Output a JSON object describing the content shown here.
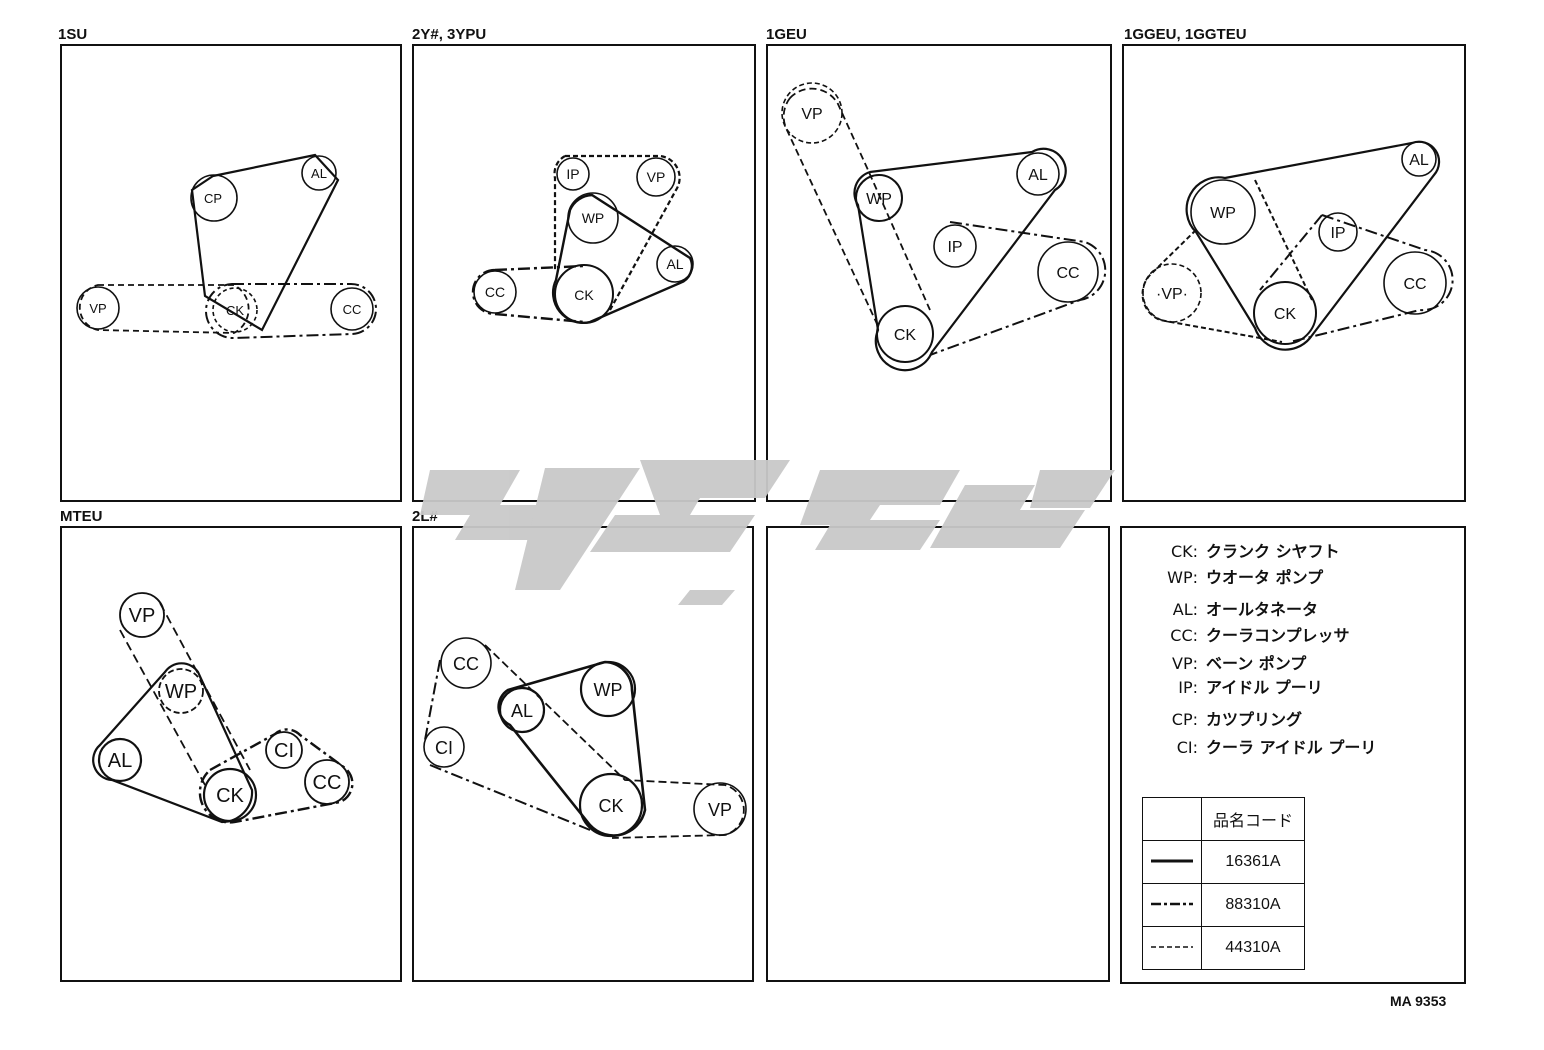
{
  "panels": [
    {
      "title": "1SU"
    },
    {
      "title": "2Y#, 3YPU"
    },
    {
      "title": "1GEU"
    },
    {
      "title": "1GGEU, 1GGTEU"
    },
    {
      "title": "MTEU"
    },
    {
      "title": "2L#"
    },
    {
      "title": ""
    }
  ],
  "pulleys": {
    "ck": "CK",
    "cp": "CP",
    "al": "AL",
    "vp": "VP",
    "cc": "CC",
    "ip": "IP",
    "wp": "WP",
    "ci": "CI",
    "vp_alt": "·VP·"
  },
  "legend": {
    "items": [
      {
        "code": "CK:",
        "name": "クランク シヤフト"
      },
      {
        "code": "WP:",
        "name": "ウオータ ポンプ"
      },
      {
        "code": "AL:",
        "name": "オールタネータ"
      },
      {
        "code": "CC:",
        "name": "クーラコンプレッサ"
      },
      {
        "code": "VP:",
        "name": "ベーン ポンプ"
      },
      {
        "code": "IP:",
        "name": "アイドル プーリ"
      },
      {
        "code": "CP:",
        "name": "カツプリング"
      },
      {
        "code": "CI:",
        "name": "クーラ アイドル プーリ"
      }
    ],
    "table_header": "品名コード",
    "parts": [
      {
        "line": "solid",
        "code": "16361A"
      },
      {
        "line": "dash-dot",
        "code": "88310A"
      },
      {
        "line": "dashed",
        "code": "44310A"
      }
    ]
  },
  "doc_id": "MA 9353"
}
